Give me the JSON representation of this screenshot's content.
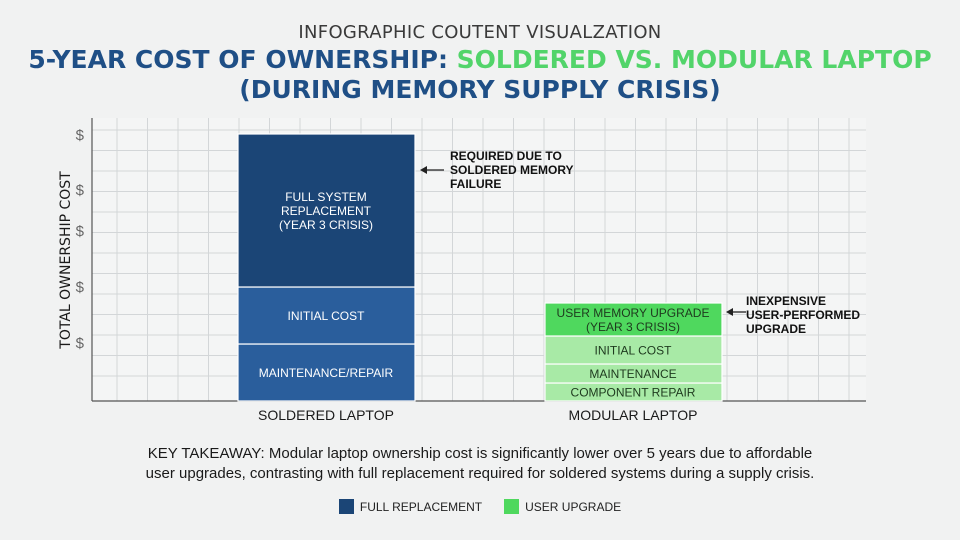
{
  "header": {
    "kicker": "INFOGRAPHIC COUTENT VISUALZATION",
    "title_part1": "5-YEAR COST OF OWNERSHIP: ",
    "title_part2": "SOLDERED VS. MODULAR LAPTOP",
    "title_line2": "(DURING MEMORY SUPPLY CRISIS)"
  },
  "colors": {
    "navy": "#1b4576",
    "blue": "#2a5e9c",
    "green_bright": "#4fd85e",
    "green_light": "#a8eaa6",
    "title_blue": "#1f4f86"
  },
  "chart_data": {
    "type": "bar",
    "stacked": true,
    "ylabel": "TOTAL OWNERSHIP COST",
    "ytick_labels": [
      "$",
      "$",
      "$",
      "$",
      "$"
    ],
    "categories": [
      "SOLDERED LAPTOP",
      "MODULAR LAPTOP"
    ],
    "grid": true,
    "bars": [
      {
        "category": "SOLDERED LAPTOP",
        "segments": [
          {
            "label": "MAINTENANCE/REPAIR",
            "value": 2.1,
            "color": "#2a5e9c"
          },
          {
            "label": "INITIAL COST",
            "value": 2.1,
            "color": "#2a5e9c"
          },
          {
            "label": "FULL SYSTEM\nREPLACEMENT\n(YEAR 3 CRISIS)",
            "value": 5.7,
            "color": "#1b4576"
          }
        ],
        "annotation": "REQUIRED DUE TO\nSOLDERED MEMORY\nFAILURE"
      },
      {
        "category": "MODULAR LAPTOP",
        "segments": [
          {
            "label": "COMPONENT REPAIR",
            "value": 0.8,
            "color": "#a8eaa6"
          },
          {
            "label": "MAINTENANCE",
            "value": 0.8,
            "color": "#a8eaa6"
          },
          {
            "label": "INITIAL COST",
            "value": 1.2,
            "color": "#a8eaa6"
          },
          {
            "label": "USER MEMORY UPGRADE\n(YEAR 3 CRISIS)",
            "value": 1.3,
            "color": "#4fd85e"
          }
        ],
        "annotation": "INEXPENSIVE\nUSER-PERFORMED\nUPGRADE"
      }
    ],
    "ylim": [
      0,
      10
    ],
    "legend": [
      {
        "label": "FULL REPLACEMENT",
        "color": "#1b4576"
      },
      {
        "label": "USER UPGRADE",
        "color": "#4fd85e"
      }
    ],
    "legend_position": "bottom-center"
  },
  "takeaway": {
    "line1": "KEY TAKEAWAY: Modular laptop ownership cost is significantly lower over 5 years due to affordable",
    "line2": "user upgrades, contrasting with full replacement required for soldered systems during a supply crisis."
  }
}
